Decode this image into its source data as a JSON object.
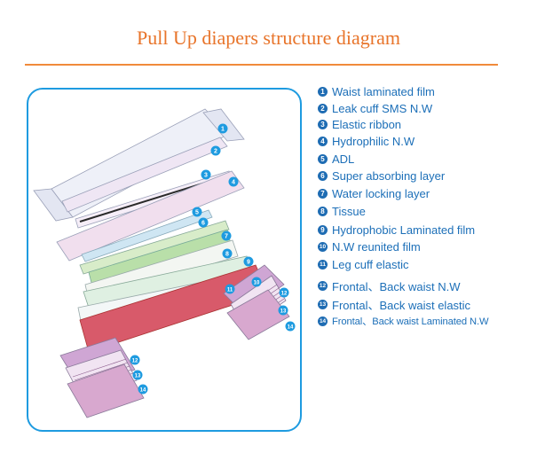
{
  "title": "Pull Up diapers structure diagram",
  "colors": {
    "accent": "#e8742a",
    "panel_border": "#1e9be0",
    "legend_text": "#1c6fb8"
  },
  "legend": [
    {
      "num": "1",
      "label": "Waist laminated film"
    },
    {
      "num": "2",
      "label": "Leak cuff SMS N.W"
    },
    {
      "num": "3",
      "label": "Elastic ribbon"
    },
    {
      "num": "4",
      "label": "Hydrophilic N.W"
    },
    {
      "num": "5",
      "label": "ADL"
    },
    {
      "num": "6",
      "label": "Super absorbing layer"
    },
    {
      "num": "7",
      "label": "Water locking layer"
    },
    {
      "num": "8",
      "label": "Tissue"
    },
    {
      "num": "9",
      "label": "Hydrophobic Laminated film"
    },
    {
      "num": "10",
      "label": "N.W reunited film"
    },
    {
      "num": "11",
      "label": "Leg cuff elastic"
    },
    {
      "num": "12",
      "label": "Frontal、Back waist N.W"
    },
    {
      "num": "13",
      "label": "Frontal、Back  waist elastic"
    },
    {
      "num": "14",
      "label": "Frontal、Back waist Laminated N.W"
    }
  ],
  "diagram_labels": [
    "1",
    "2",
    "3",
    "4",
    "5",
    "6",
    "7",
    "8",
    "9",
    "10",
    "11",
    "12",
    "13",
    "14",
    "12",
    "13",
    "14"
  ]
}
